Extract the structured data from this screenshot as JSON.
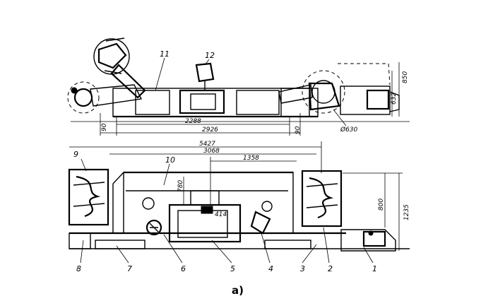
{
  "caption": "а)",
  "side_view": {
    "callouts": [
      "11",
      "12"
    ],
    "dimensions": {
      "d2288": "2288",
      "d2926": "2926",
      "d90_left": "90",
      "d90_right": "90",
      "d850": "850",
      "d632": "632",
      "d630": "Ø630"
    }
  },
  "plan_view": {
    "callouts": [
      "9",
      "10"
    ],
    "dimensions": {
      "d5427": "5427",
      "d3068": "3068",
      "d1358": "1358",
      "d780": "780",
      "d800": "800",
      "d1235": "1235",
      "d414": "414"
    }
  },
  "parts": [
    "8",
    "7",
    "6",
    "5",
    "4",
    "3",
    "2",
    "1"
  ]
}
